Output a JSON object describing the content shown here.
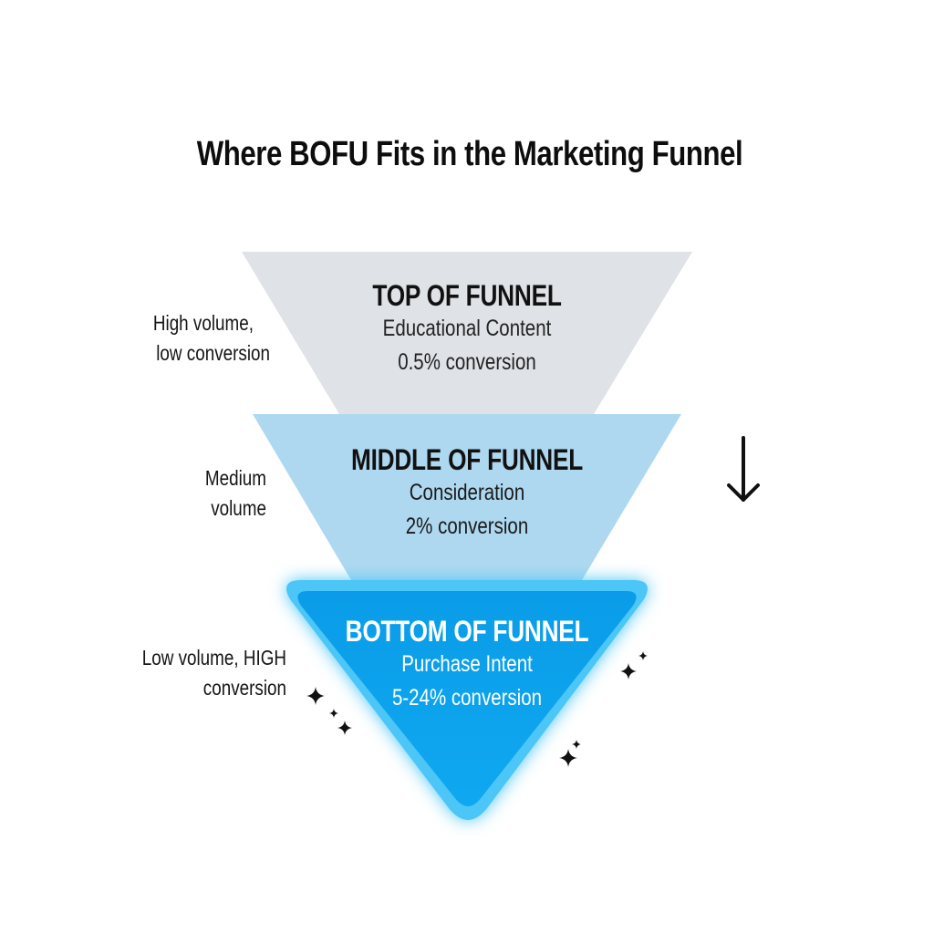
{
  "title": "Where BOFU Fits in the Marketing Funnel",
  "stages": [
    {
      "name": "TOP OF FUNNEL",
      "content": "Educational Content",
      "conversion": "0.5% conversion",
      "side_label_line1": "High volume,",
      "side_label_line2": "low conversion",
      "color": "#dfe2e6"
    },
    {
      "name": "MIDDLE OF FUNNEL",
      "content": "Consideration",
      "conversion": "2% conversion",
      "side_label_line1": "Medium",
      "side_label_line2": "volume",
      "color": "#aed8f0"
    },
    {
      "name": "BOTTOM OF FUNNEL",
      "content": "Purchase Intent",
      "conversion": "5-24% conversion",
      "side_label_line1": "Low volume, HIGH",
      "side_label_line2": "conversion",
      "color": "#0aa2ec",
      "highlight_color": "#4cc6f7"
    }
  ],
  "icons": {
    "flow_arrow": "arrow-down-icon",
    "sparkles": "sparkle-icon"
  }
}
